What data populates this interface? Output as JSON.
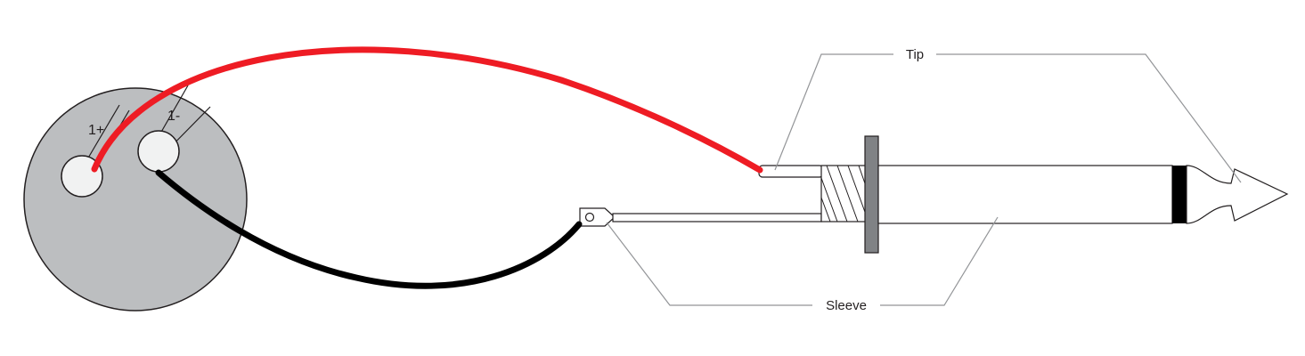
{
  "connector": {
    "pin_positive_label": "1+",
    "pin_negative_label": "1-"
  },
  "plug": {
    "tip_label": "Tip",
    "sleeve_label": "Sleeve"
  },
  "colors": {
    "hot_wire": "#ee1c24",
    "ground_wire": "#000000",
    "connector_face": "#bcbec0",
    "flange": "#808285",
    "leader_lines": "#939598"
  }
}
